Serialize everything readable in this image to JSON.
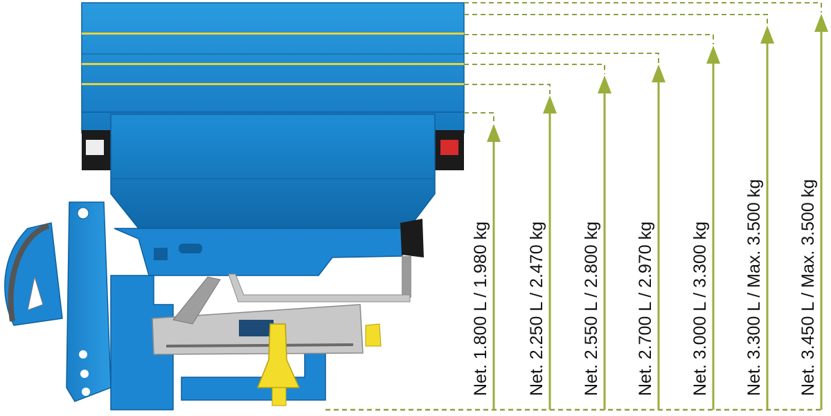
{
  "diagram": {
    "subject": "fertilizer spreader hopper capacity levels",
    "colors": {
      "hopper_blue": "#1f8fd6",
      "hopper_dark": "#1472b4",
      "frame_blue": "#1d86d2",
      "stripe_yellow": "#e8d23a",
      "arrow_green": "#9aae3c",
      "dash_green": "#8aa040",
      "spinner_grey": "#c8c8c8",
      "pto_yellow": "#f3dc2a",
      "tail_light": "#d82b2b"
    },
    "levels": [
      {
        "label": "Net. 1.800 L / 1.980 kg"
      },
      {
        "label": "Net. 2.250 L / 2.470 kg"
      },
      {
        "label": "Net. 2.550 L / 2.800 kg"
      },
      {
        "label": "Net. 2.700 L / 2.970 kg"
      },
      {
        "label": "Net. 3.000 L / 3.300 kg"
      },
      {
        "label": "Net. 3.300 L / Max. 3.500 kg"
      },
      {
        "label": "Net. 3.450 L / Max. 3.500 kg"
      }
    ]
  }
}
